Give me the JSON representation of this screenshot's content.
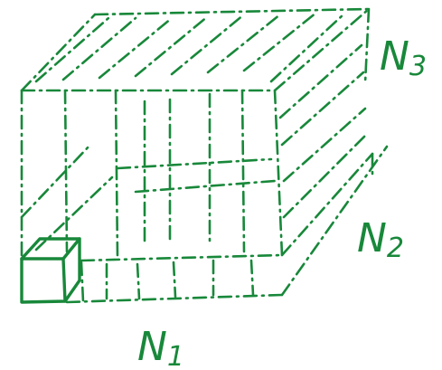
{
  "diagram": {
    "labels": {
      "n1": {
        "main": "N",
        "sub": "1"
      },
      "n2": {
        "main": "N",
        "sub": "2"
      },
      "n3": {
        "main": "N",
        "sub": "3"
      }
    },
    "color": "#18883a"
  }
}
